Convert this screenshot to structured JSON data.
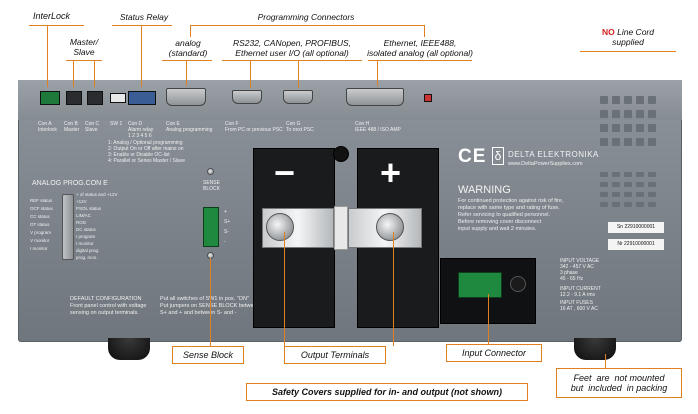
{
  "callouts": {
    "interlock": "InterLock",
    "master_slave": "Master/\nSlave",
    "status_relay": "Status Relay",
    "programming_connectors": "Programming Connectors",
    "analog_standard": "analog\n(standard)",
    "rs232": "RS232, CANopen, PROFIBUS,\nEthernet user I/O (all optional)",
    "ethernet": "Ethernet, IEEE488,\nisolated analog (all optional)",
    "sense_block": "Sense Block",
    "output_terminals": "Output Terminals",
    "input_connector": "Input Connector",
    "safety_covers": "Safety Covers supplied for in- and output (not shown)",
    "feet_note": "Feet  are  not mounted\nbut  included  in packing"
  },
  "no_line_cord": {
    "no": "NO",
    "rest": " Line Cord\nsupplied"
  },
  "panel": {
    "con_labels": [
      "Con A\nInterlock",
      "Con B\nMaster",
      "Con C\nSlave",
      "SW 1",
      "Con D\nAlarm relay\n1 2 3 4 5 6",
      "Con E\nAnalog programming",
      "Con F\nFrom PC or previous PSC",
      "Con G\nTo next PSC",
      "Con H\nIEEE 488 / ISO AMP"
    ],
    "sw_notes": [
      "1: Analog / Optional programming",
      "2: Output On or Off   after mains on",
      "3: Enable or Disable   OC-list",
      "4: Parallel or Series   Master / Slave"
    ],
    "analog_prog_title": "ANALOG PROG.CON E",
    "analog_pins_left": [
      "REF status",
      "OCF status",
      "CC status",
      "OT status",
      "V program",
      "V monitor",
      "I monitor"
    ],
    "analog_pins_right": [
      "+ of status and +12V",
      "+12V",
      "PSOL status",
      "LIM/AC",
      "ROD",
      "DC status",
      "I program",
      "I monitor",
      "digital prog.",
      "prog. mon."
    ],
    "sense_block_label": "SENSE\nBLOCK",
    "sense_terms": [
      "+",
      "S+",
      "S-",
      "-"
    ],
    "minus_sign": "−",
    "plus_sign": "+",
    "brand": "DELTA ELEKTRONIKA",
    "website": "www.DeltaPowerSupplies.com",
    "ce": "CE",
    "warning_title": "WARNING",
    "warning_text": "For continued protection against risk of fire,\nreplace with same type and rating of fuse.\nRefer servicing to qualified personnel.\nBefore removing cover disconnect\ninput supply and wait 2 minutes.",
    "serial_1": "Sn 22910000001",
    "serial_2": "Nr 22910000001",
    "input_voltage": "INPUT VOLTAGE\n342 - 457 V AC\n3 phase\n45 - 65 Hz",
    "input_current": "INPUT CURRENT\n12.2 - 9.1 A rms",
    "input_fuses": "INPUT FUSES\n16 AT , 600 V AC",
    "default_config": "DEFAULT CONFIGURATION\nFront panel control with voltage\nsensing on output terminals.",
    "sw_instruction": "Put all switches of SW1 in pos. \"ON\"\nPut jumpers on SENSE BLOCK between\nS+ and + and between S- and -"
  },
  "colors": {
    "callout_border": "#e0801e",
    "no_red": "#d0201c",
    "panel_grey": "#7a8188"
  }
}
